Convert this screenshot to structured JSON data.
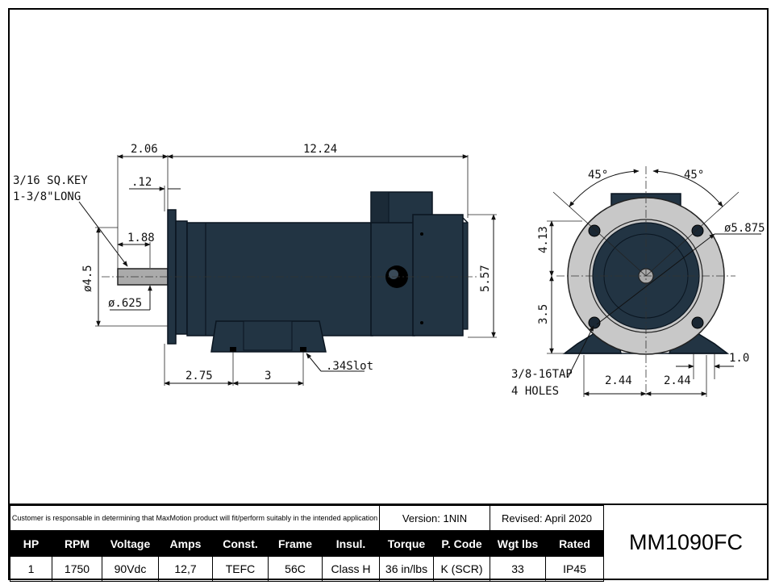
{
  "drawing": {
    "side_view_dims": {
      "shaft_ext": "2.06",
      "body_len": "12.24",
      "flange_thk": ".12",
      "key_label_1": "3/16 SQ.KEY",
      "key_label_2": "1-3/8\"LONG",
      "key_len": "1.88",
      "pilot_dia": "ø4.5",
      "shaft_dia": "ø.625",
      "height": "5.57",
      "foot_offset": "2.75",
      "foot_span": "3",
      "slot": ".34Slot"
    },
    "end_view_dims": {
      "angle_left": "45°",
      "angle_right": "45°",
      "bolt_circle": "ø5.875",
      "upper_height": "4.13",
      "lower_height": "3.5",
      "tap_1": "3/8-16TAP",
      "tap_2": "4 HOLES",
      "half_span_left": "2.44",
      "half_span_right": "2.44",
      "foot_width": "1.0"
    }
  },
  "title_block": {
    "note": "Customer is responsable in determining that MaxMotion product will fit/perform suitably in the intended application",
    "version": "Version: 1NIN",
    "revised": "Revised: April 2020",
    "model": "MM1090FC",
    "headers": [
      "HP",
      "RPM",
      "Voltage",
      "Amps",
      "Const.",
      "Frame",
      "Insul.",
      "Torque",
      "P. Code",
      "Wgt lbs",
      "Rated"
    ],
    "values": [
      "1",
      "1750",
      "90Vdc",
      "12,7",
      "TEFC",
      "56C",
      "Class H",
      "36 in/lbs",
      "K (SCR)",
      "33",
      "IP45"
    ]
  }
}
